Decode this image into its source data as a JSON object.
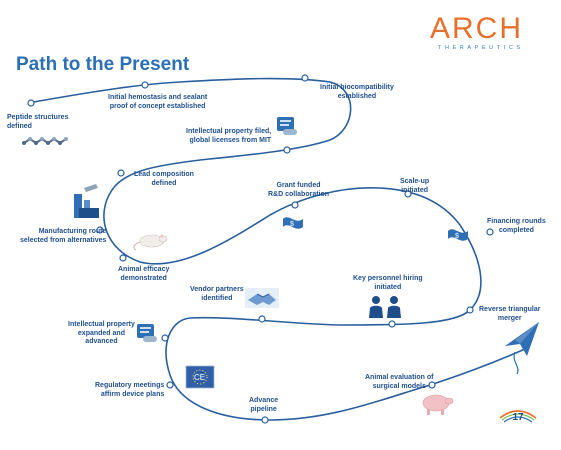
{
  "page_title": "Path to the Present",
  "logo": {
    "word": "ARCH",
    "sub": "THERAPEUTICS"
  },
  "page_number": "17",
  "colors": {
    "title": "#2b6fb4",
    "path": "#2a5f9e",
    "logo_orange": "#e8702a",
    "label": "#1f4f8b"
  },
  "milestones": [
    {
      "id": "peptide",
      "lines": [
        "Peptide structures",
        "defined"
      ]
    },
    {
      "id": "hemostasis",
      "lines": [
        "Initial hemostasis and sealant",
        "proof of concept established"
      ]
    },
    {
      "id": "biocompat",
      "lines": [
        "Initial biocompatibility",
        "established"
      ]
    },
    {
      "id": "ip-filed",
      "lines": [
        "Intellectual property filed,",
        "global licenses from MIT"
      ]
    },
    {
      "id": "lead",
      "lines": [
        "Lead composition",
        "defined"
      ]
    },
    {
      "id": "manufacturing",
      "lines": [
        "Manufacturing route",
        "selected from alternatives"
      ]
    },
    {
      "id": "animal-efficacy",
      "lines": [
        "Animal efficacy",
        "demonstrated"
      ]
    },
    {
      "id": "grant",
      "lines": [
        "Grant funded",
        "R&D collaboration"
      ]
    },
    {
      "id": "scaleup",
      "lines": [
        "Scale-up",
        "initiated"
      ]
    },
    {
      "id": "financing",
      "lines": [
        "Financing rounds",
        "completed"
      ]
    },
    {
      "id": "vendor",
      "lines": [
        "Vendor partners",
        "identified"
      ]
    },
    {
      "id": "personnel",
      "lines": [
        "Key personnel hiring",
        "initiated"
      ]
    },
    {
      "id": "reverse-merger",
      "lines": [
        "Reverse triangular",
        "merger"
      ]
    },
    {
      "id": "ip-expanded",
      "lines": [
        "Intellectual property",
        "expanded and",
        "advanced"
      ]
    },
    {
      "id": "regulatory",
      "lines": [
        "Regulatory meetings",
        "affirm device plans"
      ]
    },
    {
      "id": "advance",
      "lines": [
        "Advance",
        "pipeline"
      ]
    },
    {
      "id": "surgical",
      "lines": [
        "Animal evaluation of",
        "surgical models"
      ]
    }
  ],
  "icons": [
    "molecule-chain-icon",
    "document-scroll-icon",
    "factory-icon",
    "lab-rat-icon",
    "dollar-bill-icon",
    "handshake-icon",
    "people-icon",
    "ce-mark-flag-icon",
    "pig-icon",
    "paper-airplane-icon"
  ]
}
